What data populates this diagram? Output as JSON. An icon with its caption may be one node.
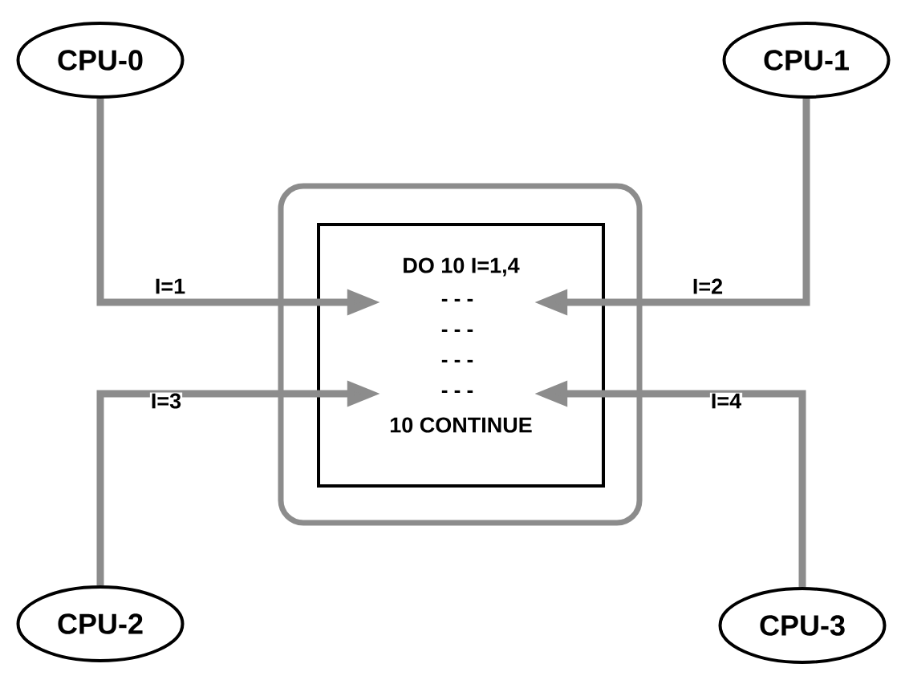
{
  "diagram": {
    "nodes": [
      {
        "text": [
          "CPU-0"
        ]
      },
      {
        "text": [
          "CPU-1"
        ]
      },
      {
        "text": [],
        "shape": "box"
      },
      {
        "text": [
          "DO 10 I=1,4",
          "10 CONTINUE"
        ],
        "in": 2
      },
      {
        "text": [
          "- - -"
        ],
        "in": 3
      },
      {
        "text": [
          "- - -"
        ],
        "in": 3
      },
      {
        "text": [
          "- - -"
        ],
        "in": 3
      },
      {
        "text": [
          "- - -"
        ],
        "in": 3
      },
      {
        "text": [
          "CPU-2"
        ]
      },
      {
        "text": [
          "CPU-3"
        ]
      }
    ],
    "edges": [
      {
        "from": 0,
        "to": 4,
        "arrow": "to",
        "label": "I=1"
      },
      {
        "from": 1,
        "to": 4,
        "arrow": "to",
        "label": "I=2"
      },
      {
        "from": 8,
        "to": 7,
        "arrow": "to",
        "label": "I=3"
      },
      {
        "from": 9,
        "to": 7,
        "arrow": "to",
        "label": "I=4"
      }
    ]
  }
}
